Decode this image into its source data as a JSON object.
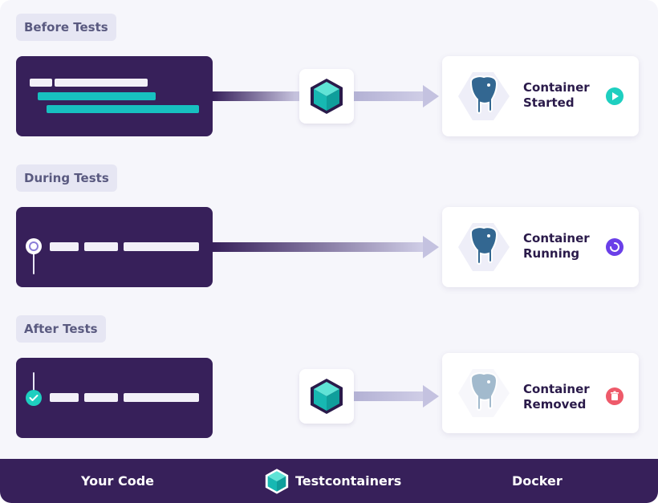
{
  "stages": [
    {
      "label": "Before Tests",
      "container_line1": "Container",
      "container_line2": "Started",
      "status": "play-icon"
    },
    {
      "label": "During Tests",
      "container_line1": "Container",
      "container_line2": "Running",
      "status": "spinner-icon"
    },
    {
      "label": "After Tests",
      "container_line1": "Container",
      "container_line2": "Removed",
      "status": "trash-icon"
    }
  ],
  "footer": {
    "your_code": "Your Code",
    "testcontainers": "Testcontainers",
    "docker": "Docker"
  },
  "colors": {
    "dark_purple": "#37205a",
    "teal": "#17c0c0",
    "label_bg": "#e6e6f3",
    "status_play": "#1ecfc0",
    "status_running": "#6a3fe8",
    "status_removed": "#ee5a6a"
  }
}
